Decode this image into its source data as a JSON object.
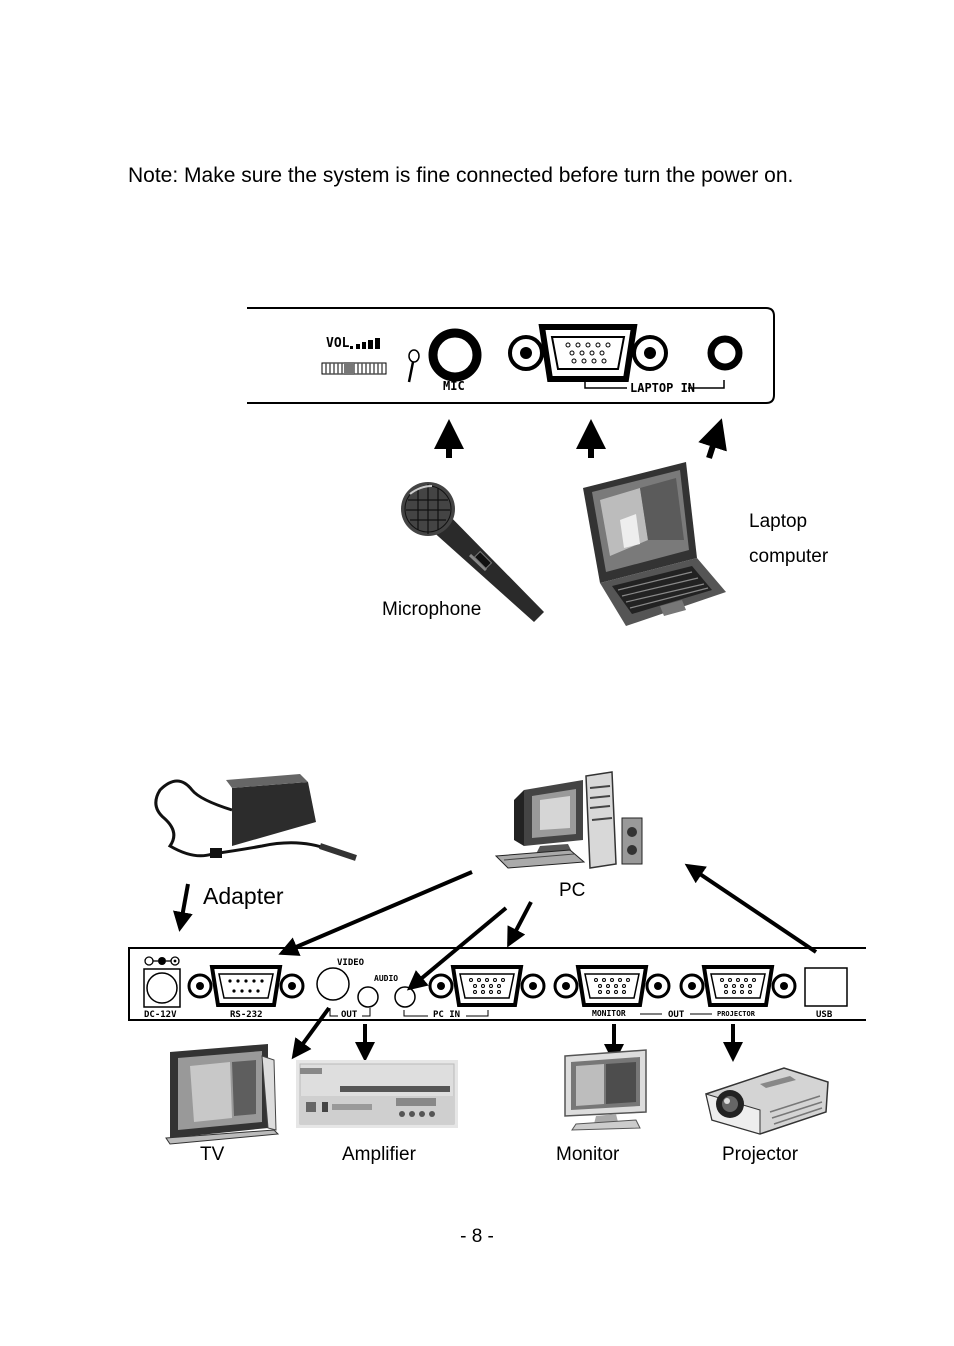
{
  "note": "Note: Make sure the system is fine connected before turn the power on.",
  "front_panel": {
    "vol_label": "VOL",
    "mic_label": "MIC",
    "laptop_in_label": "LAPTOP IN"
  },
  "devices_top": {
    "microphone": "Microphone",
    "laptop_line1": "Laptop",
    "laptop_line2": "computer"
  },
  "rear_panel": {
    "dc_label": "DC-12V",
    "rs232_label": "RS-232",
    "video_label": "VIDEO",
    "audio_label": "AUDIO",
    "out_label": "OUT",
    "pc_in_label": "PC IN",
    "monitor_label": "MONITOR",
    "out2_label": "OUT",
    "projector_port_label": "PROJECTOR",
    "usb_label": "USB"
  },
  "devices_bottom": {
    "adapter": "Adapter",
    "pc": "PC",
    "tv": "TV",
    "amplifier": "Amplifier",
    "monitor": "Monitor",
    "projector": "Projector"
  },
  "page_number": "- 8 -"
}
